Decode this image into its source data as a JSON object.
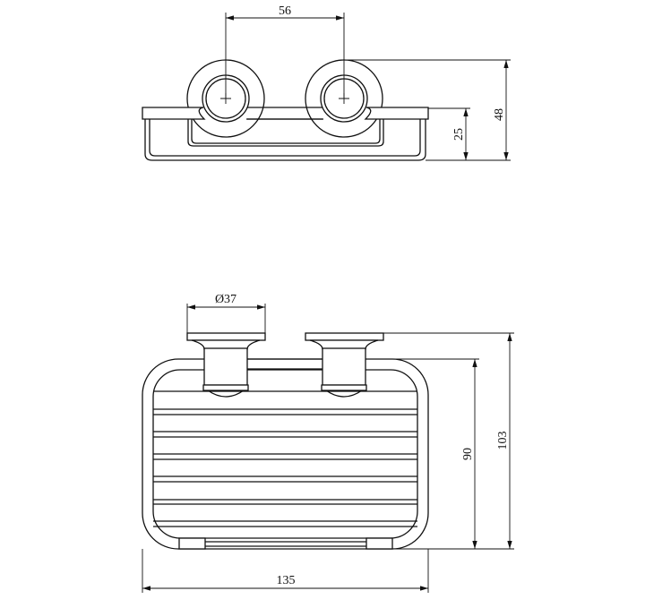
{
  "drawing": {
    "top_view": {
      "spacing_label": "56",
      "height_label": "48",
      "depth_label": "25"
    },
    "front_view": {
      "diameter_label": "Ø37",
      "width_label": "135",
      "basket_height_label": "90",
      "total_height_label": "103"
    }
  }
}
